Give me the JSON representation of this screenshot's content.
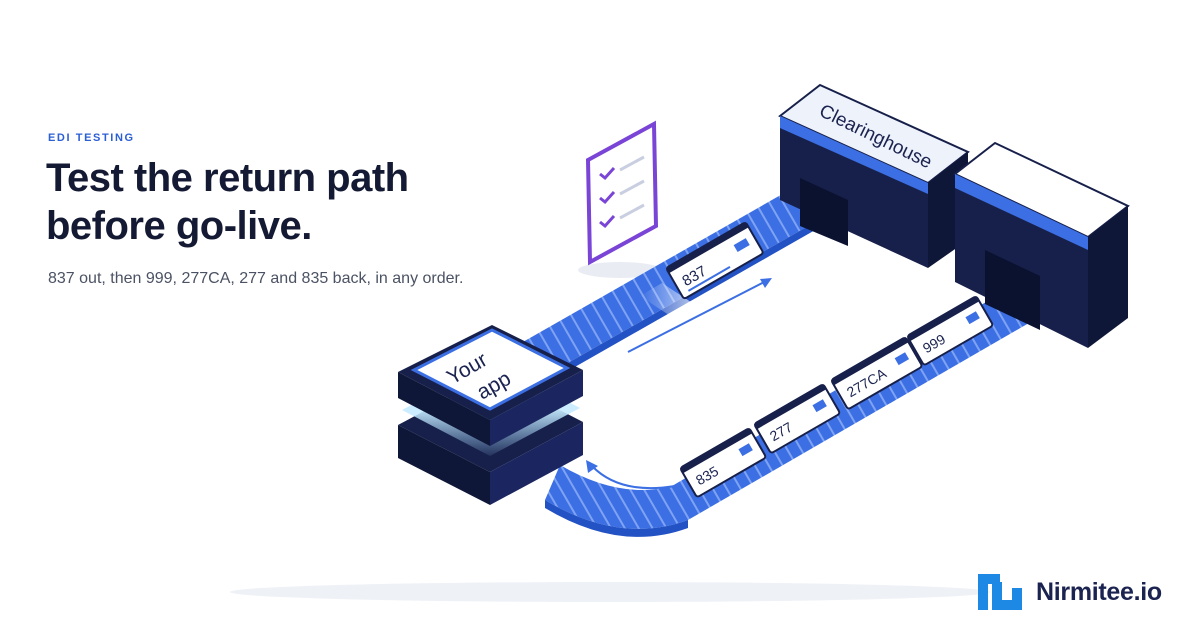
{
  "eyebrow": "EDI TESTING",
  "headline": {
    "line1": "Test the return path",
    "line2": "before go-live."
  },
  "subtext": "837 out, then 999, 277CA, 277 and 835 back, in any order.",
  "illustration": {
    "app_label_line1": "Your",
    "app_label_line2": "app",
    "clearinghouse_label": "Clearinghouse",
    "outbound_card": "837",
    "return_cards": [
      "999",
      "277CA",
      "277",
      "835"
    ],
    "checklist_icon": "checklist-icon",
    "colors": {
      "conveyor": "#3b6fe3",
      "conveyor_dark": "#2352c4",
      "navy": "#17204a",
      "checklist_accent": "#7a45d6"
    }
  },
  "brand": {
    "name": "Nirmitee.io",
    "logo_icon": "nirmitee-logo-icon",
    "color": "#1e88e5"
  }
}
